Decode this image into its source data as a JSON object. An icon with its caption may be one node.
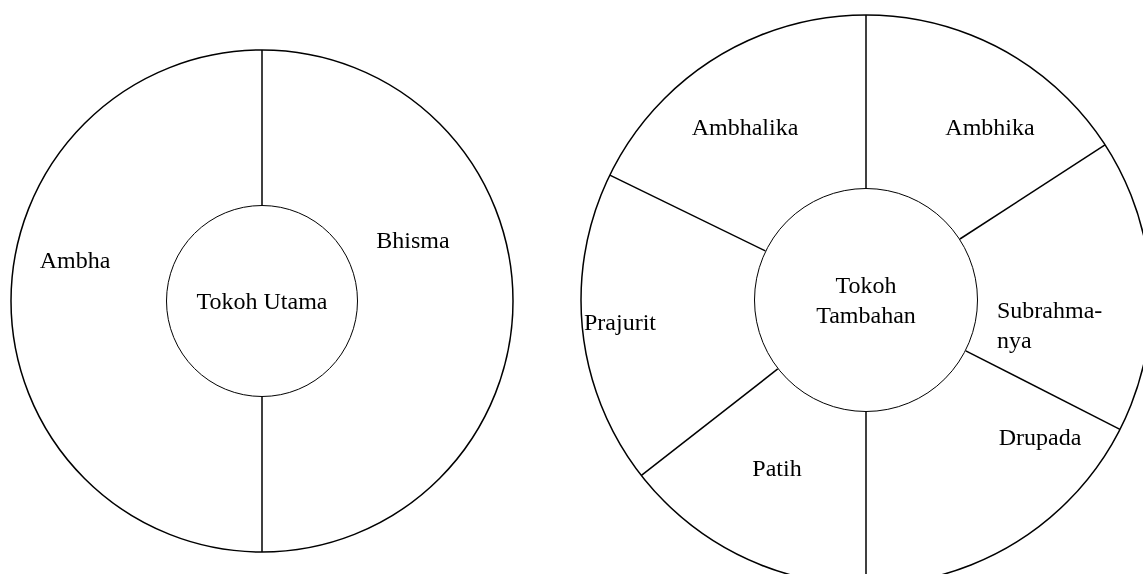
{
  "diagram": {
    "nodes": [
      {
        "text": [
          "Tokoh Utama"
        ]
      },
      {
        "text": [
          "Ambha"
        ]
      },
      {
        "text": [
          "Bhisma"
        ]
      },
      {
        "text": [
          "Tokoh Tambahan"
        ]
      },
      {
        "text": [
          "Ambhalika"
        ]
      },
      {
        "text": [
          "Ambhika"
        ]
      },
      {
        "text": [
          "Prajurit"
        ]
      },
      {
        "text": [
          "Subrahma-nya"
        ]
      },
      {
        "text": [
          "Patih"
        ]
      },
      {
        "text": [
          "Drupada"
        ]
      }
    ]
  }
}
